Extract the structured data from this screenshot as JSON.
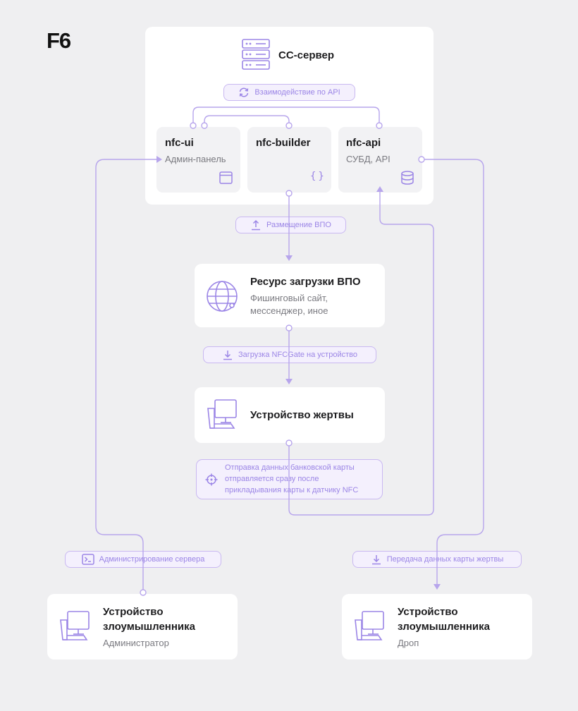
{
  "logo": "F6",
  "server": {
    "title": "CC-сервер",
    "api_label": "Взаимодействие по API",
    "modules": [
      {
        "name": "nfc-ui",
        "desc": "Админ-панель"
      },
      {
        "name": "nfc-builder",
        "desc": ""
      },
      {
        "name": "nfc-api",
        "desc": "СУБД, API"
      }
    ]
  },
  "steps": {
    "placement": "Размещение ВПО",
    "resource_title": "Ресурс загрузки ВПО",
    "resource_desc_1": "Фишинговый сайт,",
    "resource_desc_2": "мессенджер, иное",
    "download": "Загрузка NFCGate на устройство",
    "victim_title": "Устройство жертвы",
    "send_line_1": "Отправка данных банковской карты",
    "send_line_2": "отправляется сразу после",
    "send_line_3": "прикладывания карты к датчику NFC"
  },
  "admin_link": "Администрирование сервера",
  "drop_link": "Передача данных карты жертвы",
  "attacker_admin": {
    "title_1": "Устройство",
    "title_2": "злоумышленника",
    "role": "Администратор"
  },
  "attacker_drop": {
    "title_1": "Устройство",
    "title_2": "злоумышленника",
    "role": "Дроп"
  },
  "colors": {
    "accent": "#9b85e6",
    "line": "#b7a5ec",
    "pill_bg": "#f4f0fd",
    "card": "#ffffff",
    "background": "#efeff1"
  }
}
